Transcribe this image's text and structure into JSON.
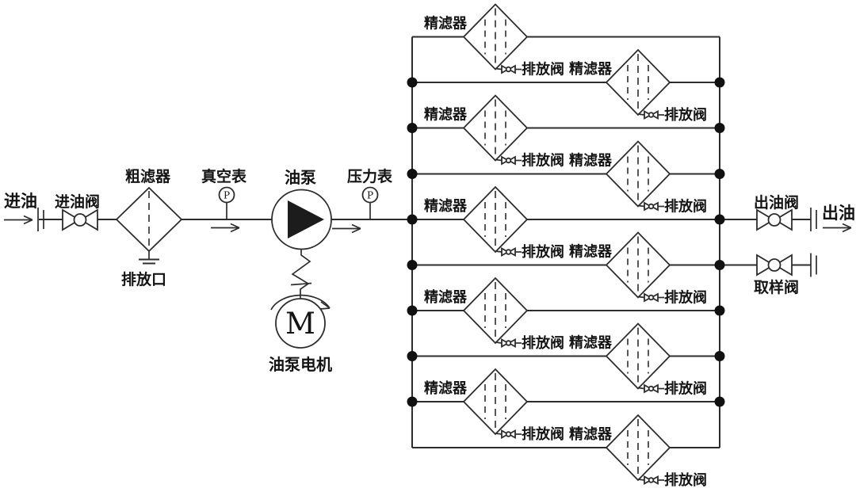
{
  "colors": {
    "line": "#2d2d2d",
    "text": "#141414",
    "background": "#ffffff",
    "junction_dot": "#111111"
  },
  "inlet": {
    "flow_label": "进油",
    "valve_label": "进油阀"
  },
  "coarse_filter": {
    "label": "粗滤器",
    "drain_port_label": "排放口"
  },
  "vacuum_gauge": {
    "label": "真空表",
    "letter": "P"
  },
  "pump": {
    "label": "油泵"
  },
  "pressure_gauge": {
    "label": "压力表",
    "letter": "P"
  },
  "motor": {
    "label": "油泵电机",
    "letter": "M"
  },
  "filter_bank": {
    "filters": [
      {
        "label": "精滤器",
        "drain_valve_label": "排放阀"
      },
      {
        "label": "精滤器",
        "drain_valve_label": "排放阀"
      },
      {
        "label": "精滤器",
        "drain_valve_label": "排放阀"
      },
      {
        "label": "精滤器",
        "drain_valve_label": "排放阀"
      },
      {
        "label": "精滤器",
        "drain_valve_label": "排放阀"
      },
      {
        "label": "精滤器",
        "drain_valve_label": "排放阀"
      },
      {
        "label": "精滤器",
        "drain_valve_label": "排放阀"
      },
      {
        "label": "精滤器",
        "drain_valve_label": "排放阀"
      },
      {
        "label": "精滤器",
        "drain_valve_label": "排放阀"
      },
      {
        "label": "精滤器",
        "drain_valve_label": "排放阀"
      }
    ]
  },
  "outlet": {
    "valve_label": "出油阀",
    "flow_label": "出油"
  },
  "sampling": {
    "valve_label": "取样阀"
  }
}
